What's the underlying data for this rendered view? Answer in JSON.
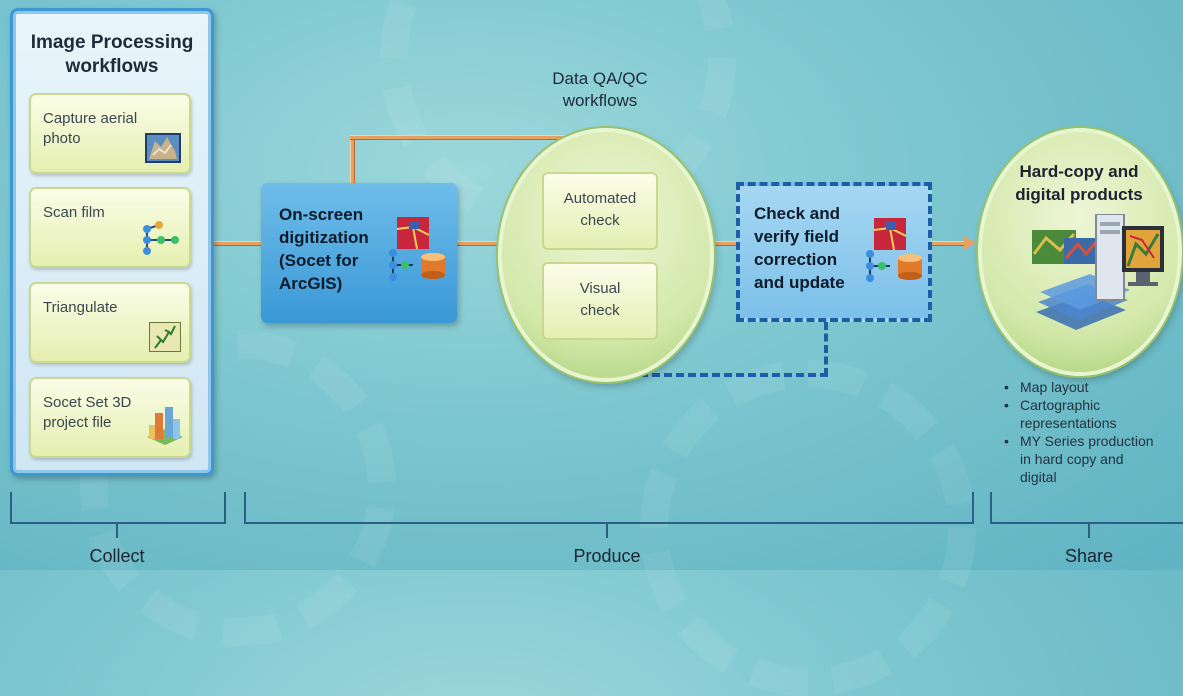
{
  "collect": {
    "title_line1": "Image Processing",
    "title_line2": "workflows",
    "cards": [
      {
        "line1": "Capture aerial",
        "line2": "photo"
      },
      {
        "line1": "Scan film",
        "line2": ""
      },
      {
        "line1": "Triangulate",
        "line2": ""
      },
      {
        "line1": "Socet Set 3D",
        "line2": "project file"
      }
    ]
  },
  "digitization": {
    "lines": [
      "On-screen",
      "digitization",
      "(Socet for",
      "ArcGIS)"
    ]
  },
  "qa": {
    "title_line1": "Data QA/QC",
    "title_line2": "workflows",
    "automated_line1": "Automated",
    "automated_line2": "check",
    "visual_line1": "Visual",
    "visual_line2": "check"
  },
  "verify": {
    "lines": [
      "Check and",
      "verify field",
      "correction",
      "and update"
    ]
  },
  "products": {
    "title_line1": "Hard-copy and",
    "title_line2": "digital products",
    "bullets": [
      [
        "Map layout"
      ],
      [
        "Cartographic",
        "representations"
      ],
      [
        "MY Series production",
        "in hard copy and",
        "digital"
      ]
    ]
  },
  "phases": {
    "collect": "Collect",
    "produce": "Produce",
    "share": "Share"
  },
  "colors": {
    "connector": "#e8a060",
    "dashed_loop": "#1d5fa5",
    "bracket": "#2b5f86"
  }
}
